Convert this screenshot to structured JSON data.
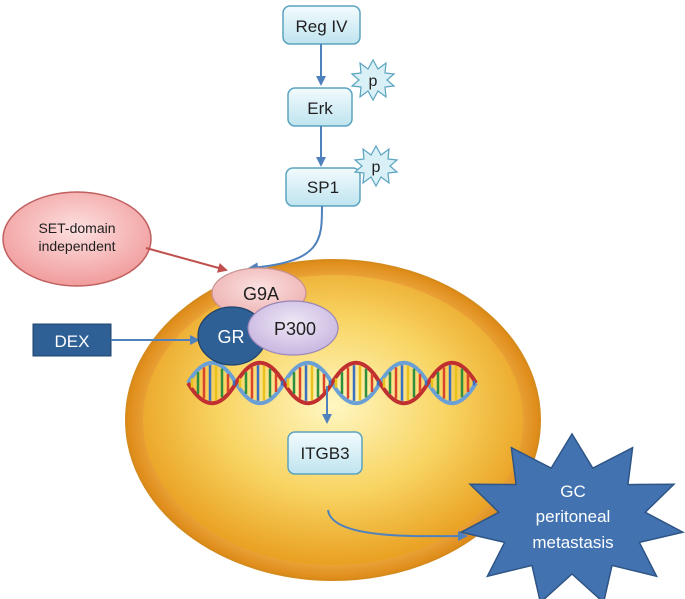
{
  "nodes": {
    "reg_iv": "Reg IV",
    "erk": "Erk",
    "erk_phospho": "p",
    "sp1": "SP1",
    "sp1_phospho": "p",
    "set_domain_line1": "SET-domain",
    "set_domain_line2": "independent",
    "g9a": "G9A",
    "gr": "GR",
    "p300": "P300",
    "dex": "DEX",
    "itgb3": "ITGB3",
    "outcome_line1": "GC",
    "outcome_line2": "peritoneal",
    "outcome_line3": "metastasis"
  },
  "colors": {
    "box_fill": "#dff2f7",
    "box_stroke": "#5ba3bf",
    "arrow": "#4f81bd",
    "set_domain_fill": "#f4b6b6",
    "set_arrow": "#c0504d",
    "g9a_fill": "#f2c4c4",
    "gr_fill": "#2e5f95",
    "p300_fill": "#d9cdea",
    "dex_fill": "#2e5f95",
    "cell_outer": "#f0a030",
    "cell_inner": "#f7c948",
    "burst_fill": "#4272b0"
  }
}
